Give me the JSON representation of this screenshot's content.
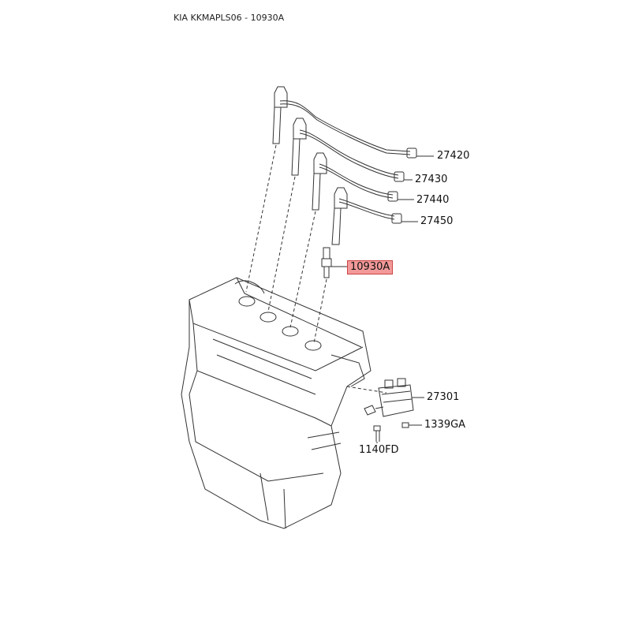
{
  "header": {
    "title": "KIA KKMAPLS06 - 10930A"
  },
  "callouts": {
    "c27420": "27420",
    "c27430": "27430",
    "c27440": "27440",
    "c27450": "27450",
    "c10930A": "10930A",
    "c27301": "27301",
    "c1339GA": "1339GA",
    "c1140FD": "1140FD"
  },
  "highlight_color": "#f29a9a"
}
